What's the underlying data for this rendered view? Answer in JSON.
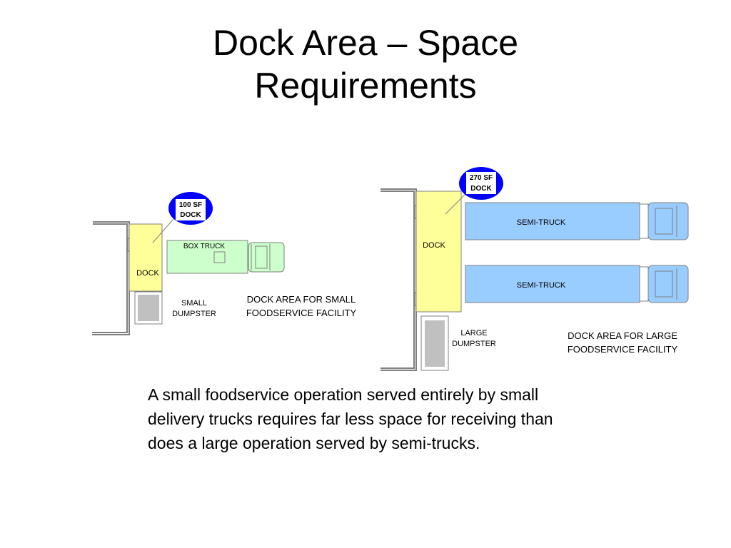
{
  "slide": {
    "title_line1": "Dock Area – Space",
    "title_line2": "Requirements",
    "body": "A small foodservice operation served entirely by small delivery trucks requires far less space for receiving than does a large operation served by semi-trucks."
  },
  "small_facility": {
    "badge_area": "100 SF",
    "badge_label": "DOCK",
    "dock_label": "DOCK",
    "truck_label": "BOX TRUCK",
    "dumpster_line1": "SMALL",
    "dumpster_line2": "DUMPSTER",
    "caption_line1": "DOCK AREA FOR SMALL",
    "caption_line2": "FOODSERVICE FACILITY"
  },
  "large_facility": {
    "badge_area": "270 SF",
    "badge_label": "DOCK",
    "dock_label": "DOCK",
    "truck1_label": "SEMI-TRUCK",
    "truck2_label": "SEMI-TRUCK",
    "dumpster_line1": "LARGE",
    "dumpster_line2": "DUMPSTER",
    "caption_line1": "DOCK AREA FOR LARGE",
    "caption_line2": "FOODSERVICE FACILITY"
  },
  "colors": {
    "dock_fill": "#ffff99",
    "box_truck_fill": "#ccffcc",
    "semi_truck_fill": "#99ccff",
    "badge_fill": "#0000ff",
    "wall": "#808080",
    "dumpster_fill": "#c0c0c0"
  }
}
